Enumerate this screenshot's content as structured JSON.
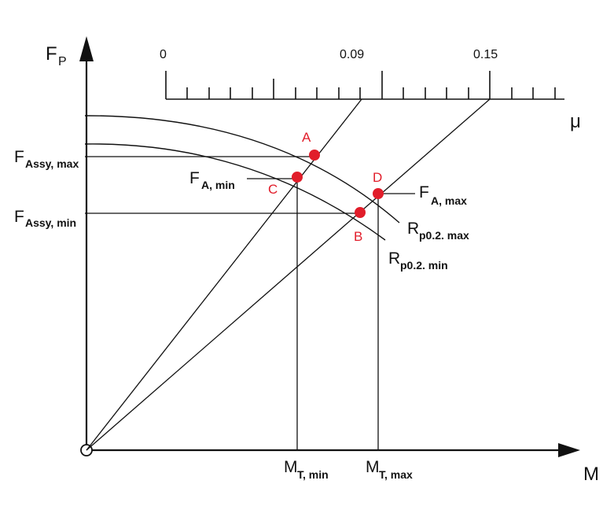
{
  "axes": {
    "y_main": "F",
    "y_sub": "P",
    "x": "M",
    "mu": "μ"
  },
  "mu_scale": {
    "ticks": [
      "0",
      "0.09",
      "0.15"
    ]
  },
  "points": {
    "a": "A",
    "b": "B",
    "c": "C",
    "d": "D"
  },
  "labels": {
    "f_assy_max_main": "F",
    "f_assy_max_sub": "Assy, max",
    "f_assy_min_main": "F",
    "f_assy_min_sub": "Assy, min",
    "f_a_min_main": "F",
    "f_a_min_sub": "A, min",
    "f_a_max_main": "F",
    "f_a_max_sub": "A, max",
    "rp_max_main": "R",
    "rp_max_sub": "p0.2. max",
    "rp_min_main": "R",
    "rp_min_sub": "p0.2. min",
    "mt_min_main": "M",
    "mt_min_sub": "T, min",
    "mt_max_main": "M",
    "mt_max_sub": "T, max"
  },
  "colors": {
    "point_marker": "#e11d2a",
    "line": "#111111"
  }
}
